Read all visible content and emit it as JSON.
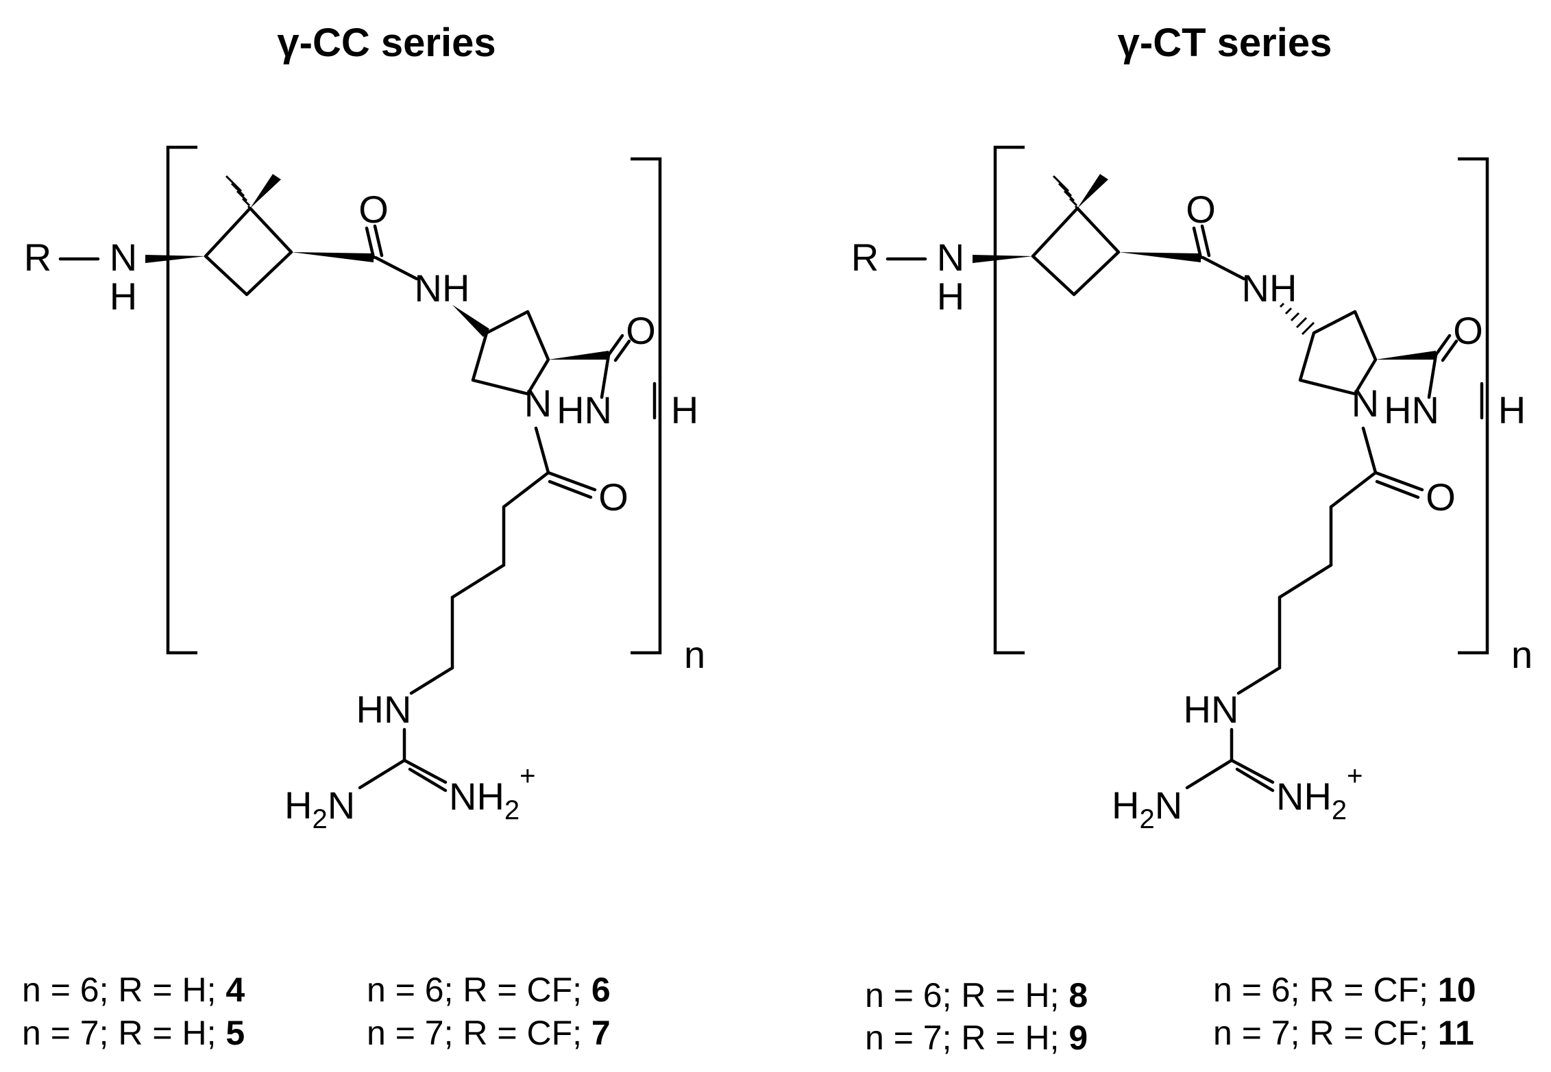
{
  "panels": [
    {
      "title": "γ-CC series",
      "repeat_label": "n",
      "atoms": {
        "r_group": "R",
        "amine_n": "N",
        "amine_h": "H",
        "carbonyl_o1": "O",
        "amide_nh": "NH",
        "carbonyl_o2": "O",
        "terminal_hn": "HN",
        "terminal_h": "H",
        "ring_n": "N",
        "carbonyl_o3": "O",
        "guan_hn": "HN",
        "guan_h2n_h": "H",
        "guan_h2n_sub": "2",
        "guan_h2n_n": "N",
        "guan_nh2_nh": "NH",
        "guan_nh2_sub": "2",
        "guan_charge": "+"
      },
      "compounds": [
        {
          "prefix": "n = 6; R = H; ",
          "id": "4"
        },
        {
          "prefix": "n = 7; R = H; ",
          "id": "5"
        },
        {
          "prefix": "n = 6; R = CF; ",
          "id": "6"
        },
        {
          "prefix": "n = 7; R = CF; ",
          "id": "7"
        }
      ]
    },
    {
      "title": "γ-CT series",
      "repeat_label": "n",
      "atoms": {
        "r_group": "R",
        "amine_n": "N",
        "amine_h": "H",
        "carbonyl_o1": "O",
        "amide_nh": "NH",
        "carbonyl_o2": "O",
        "terminal_hn": "HN",
        "terminal_h": "H",
        "ring_n": "N",
        "carbonyl_o3": "O",
        "guan_hn": "HN",
        "guan_h2n_h": "H",
        "guan_h2n_sub": "2",
        "guan_h2n_n": "N",
        "guan_nh2_nh": "NH",
        "guan_nh2_sub": "2",
        "guan_charge": "+"
      },
      "compounds": [
        {
          "prefix": "n = 6; R = H; ",
          "id": "8"
        },
        {
          "prefix": "n = 7; R = H; ",
          "id": "9"
        },
        {
          "prefix": "n = 6; R = CF; ",
          "id": "10"
        },
        {
          "prefix": "n = 7; R = CF; ",
          "id": "11"
        }
      ]
    }
  ]
}
